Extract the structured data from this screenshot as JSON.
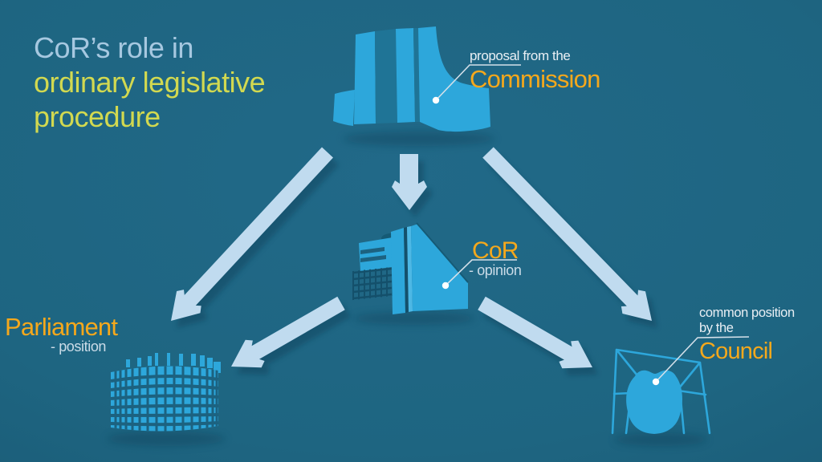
{
  "palette": {
    "background_teal": "#1E6581",
    "building_blue": "#2DA7DB",
    "arrow_light_blue": "#C0DBEF",
    "title_blue": "#A6C8E0",
    "title_green": "#D2D950",
    "accent_orange": "#F5A81C",
    "label_white": "#E9EFF4"
  },
  "title": {
    "line1": "CoR’s role in",
    "line2": "ordinary legislative",
    "line3": "procedure"
  },
  "nodes": {
    "commission": {
      "pre_label": "proposal from the",
      "name": "Commission"
    },
    "cor": {
      "name": "CoR",
      "sub_label": "- opinion"
    },
    "parliament": {
      "name": "Parliament",
      "sub_label": "- position"
    },
    "council": {
      "pre_label_line1": "common position",
      "pre_label_line2": "by the",
      "name": "Council"
    }
  },
  "edges": [
    {
      "from": "Commission",
      "to": "Parliament"
    },
    {
      "from": "Commission",
      "to": "CoR"
    },
    {
      "from": "Commission",
      "to": "Council"
    },
    {
      "from": "CoR",
      "to": "Parliament"
    },
    {
      "from": "CoR",
      "to": "Council"
    }
  ]
}
